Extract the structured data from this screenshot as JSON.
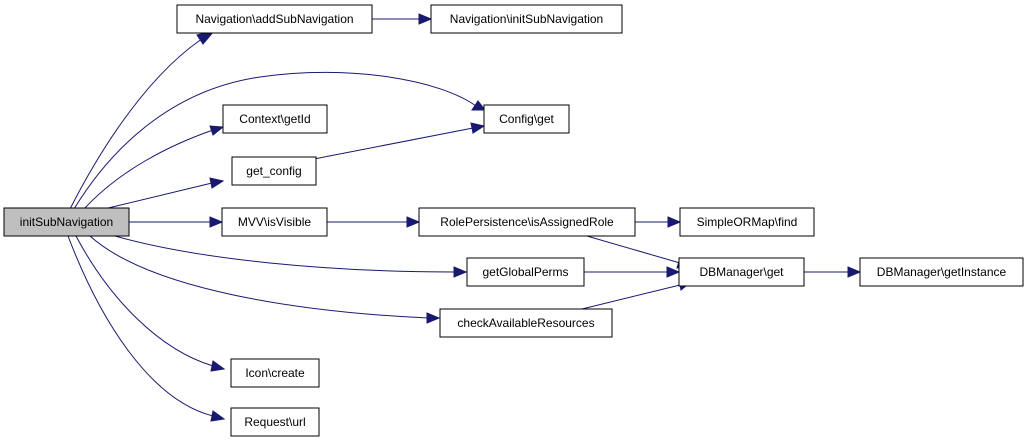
{
  "colors": {
    "root_fill": "#bfbfbf",
    "node_fill": "#ffffff",
    "node_border": "#000000",
    "edge": "#191970"
  },
  "nodes": {
    "init_sub_navigation": "initSubNavigation",
    "navigation_add_sub_navigation": "Navigation\\addSubNavigation",
    "navigation_init_sub_navigation": "Navigation\\initSubNavigation",
    "context_get_id": "Context\\getId",
    "config_get": "Config\\get",
    "get_config": "get_config",
    "mvv_is_visible": "MVV\\isVisible",
    "role_persistence_is_assigned_role": "RolePersistence\\isAssignedRole",
    "simple_ormap_find": "SimpleORMap\\find",
    "get_global_perms": "getGlobalPerms",
    "db_manager_get": "DBManager\\get",
    "db_manager_get_instance": "DBManager\\getInstance",
    "check_available_resources": "checkAvailableResources",
    "icon_create": "Icon\\create",
    "request_url": "Request\\url"
  }
}
